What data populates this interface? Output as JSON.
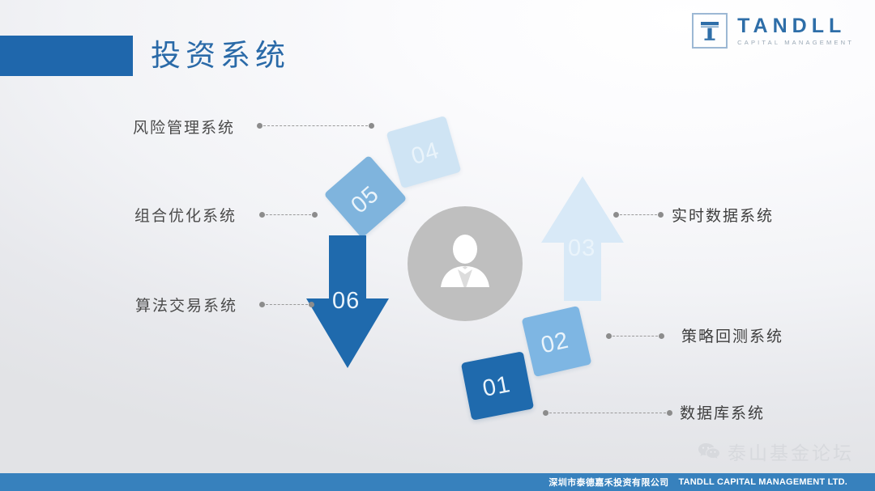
{
  "header": {
    "title": "投资系统",
    "accent_color": "#1f67ac",
    "title_color": "#2a6aa8"
  },
  "logo": {
    "mark": "tandll-t-monogram",
    "name": "TANDLL",
    "tagline": "CAPITAL MANAGEMENT"
  },
  "center": {
    "icon": "businessman-avatar-icon",
    "circle_color": "#bfbfbf"
  },
  "diagram": {
    "nodes": [
      {
        "number": "01",
        "label": "数据库系统",
        "shape": "square",
        "color": "#1f6aad",
        "side": "right"
      },
      {
        "number": "02",
        "label": "策略回测系统",
        "shape": "square",
        "color": "#7eb6e3",
        "side": "right"
      },
      {
        "number": "03",
        "label": "实时数据系统",
        "shape": "arrow-up",
        "color": "#d8e9f7",
        "side": "right"
      },
      {
        "number": "04",
        "label": "风险管理系统",
        "shape": "square",
        "color": "#cfe4f4",
        "side": "left"
      },
      {
        "number": "05",
        "label": "组合优化系统",
        "shape": "square",
        "color": "#7fb4dd",
        "side": "left"
      },
      {
        "number": "06",
        "label": "算法交易系统",
        "shape": "arrow-down",
        "color": "#1f6aad",
        "side": "left"
      }
    ],
    "connector_color": "#8c8c8c"
  },
  "watermark": {
    "icon": "wechat-icon",
    "text": "泰山基金论坛"
  },
  "footer": {
    "company_cn": "深圳市泰德嘉禾投资有限公司",
    "company_en": "TANDLL CAPITAL MANAGEMENT LTD.",
    "bar_color": "#3781bd"
  }
}
